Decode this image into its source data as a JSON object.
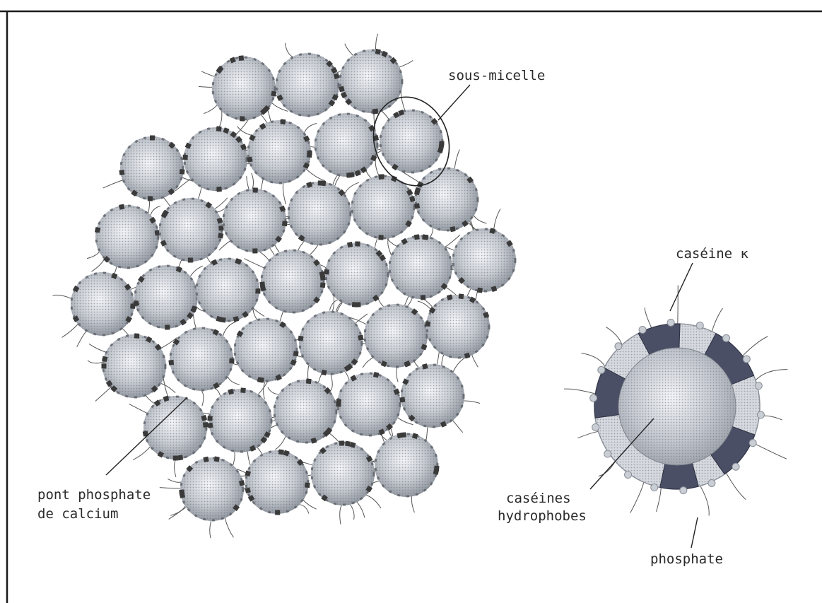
{
  "labels": {
    "sub_micelle": "sous-micelle",
    "kappa_casein": "caséine κ",
    "hydrophobic_caseins_line1": "caséines",
    "hydrophobic_caseins_line2": "hydrophobes",
    "phosphate": "phosphate",
    "calcium_bridge_line1": "pont phosphate",
    "calcium_bridge_line2": "de calcium"
  },
  "colors": {
    "sphere_light": "#f2f3f6",
    "sphere_dark": "#9aa0a8",
    "kappa_segment": "#4a4f66",
    "bridge": "#3a3a3a",
    "frame": "#1a1a1a"
  }
}
